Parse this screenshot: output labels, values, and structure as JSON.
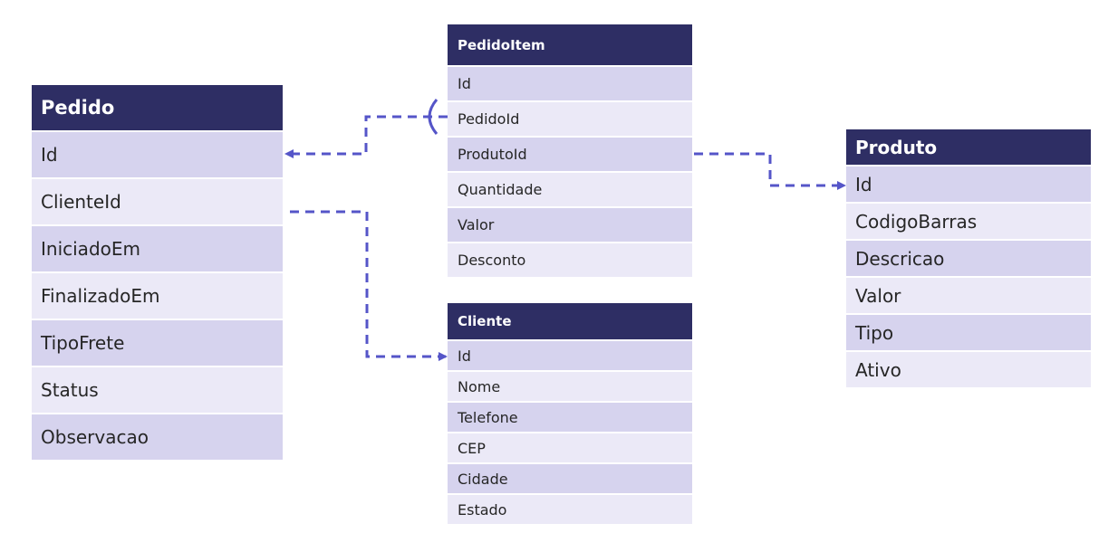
{
  "colors": {
    "header_bg": "#2e2e64",
    "row_odd": "#d6d3ee",
    "row_even": "#ebe9f7",
    "connector": "#5555c8"
  },
  "entities": {
    "pedido": {
      "title": "Pedido",
      "fields": [
        "Id",
        "ClienteId",
        "IniciadoEm",
        "FinalizadoEm",
        "TipoFrete",
        "Status",
        "Observacao"
      ]
    },
    "pedidoitem": {
      "title": "PedidoItem",
      "fields": [
        "Id",
        "PedidoId",
        "ProdutoId",
        "Quantidade",
        "Valor",
        "Desconto"
      ]
    },
    "cliente": {
      "title": "Cliente",
      "fields": [
        "Id",
        "Nome",
        "Telefone",
        "CEP",
        "Cidade",
        "Estado"
      ]
    },
    "produto": {
      "title": "Produto",
      "fields": [
        "Id",
        "CodigoBarras",
        "Descricao",
        "Valor",
        "Tipo",
        "Ativo"
      ]
    }
  },
  "relations": [
    {
      "from": "pedidoitem.PedidoId",
      "to": "pedido.Id"
    },
    {
      "from": "pedidoitem.ProdutoId",
      "to": "produto.Id"
    },
    {
      "from": "pedido.ClienteId",
      "to": "cliente.Id"
    }
  ]
}
